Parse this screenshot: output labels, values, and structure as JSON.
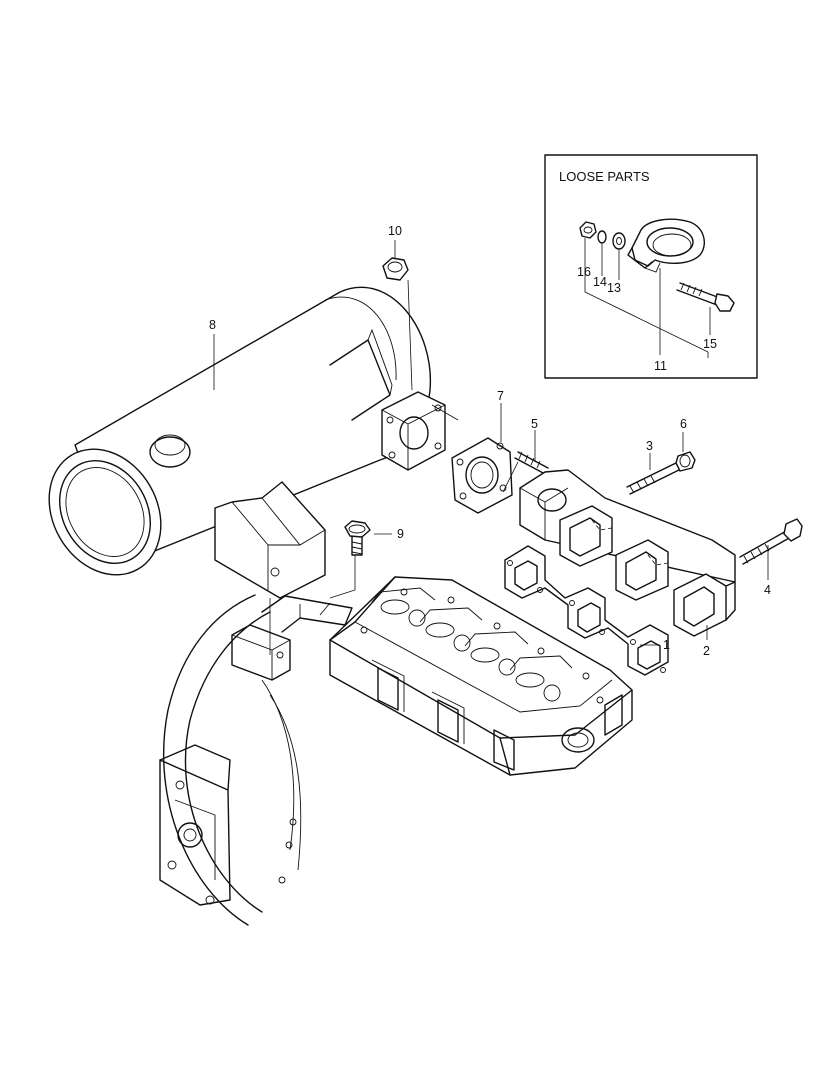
{
  "loose_parts_box": {
    "title": "LOOSE PARTS"
  },
  "callouts": {
    "c1": "1",
    "c2": "2",
    "c3": "3",
    "c4": "4",
    "c5": "5",
    "c6": "6",
    "c7": "7",
    "c8": "8",
    "c9": "9",
    "c10": "10",
    "c11": "11",
    "c13": "13",
    "c14": "14",
    "c15": "15",
    "c16": "16"
  }
}
